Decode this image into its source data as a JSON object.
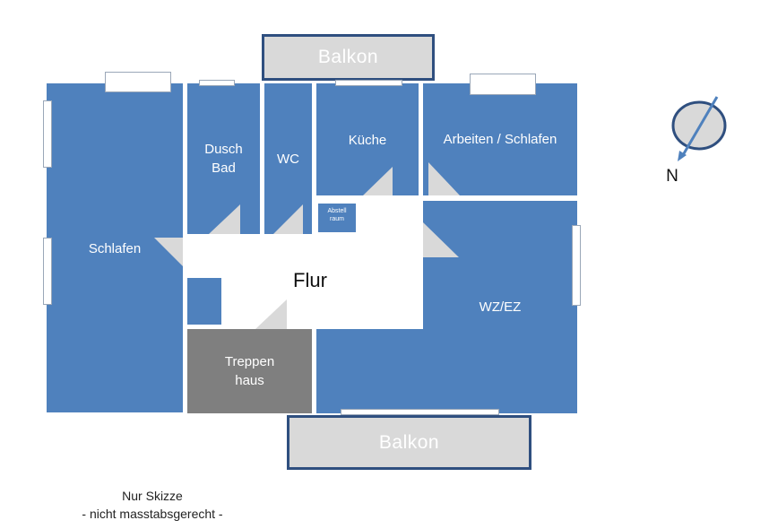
{
  "balconies": {
    "top": "Balkon",
    "bottom": "Balkon"
  },
  "rooms": {
    "schlafen": "Schlafen",
    "duschbad": "Dusch\nBad",
    "wc": "WC",
    "kueche": "Küche",
    "arbeiten": "Arbeiten / Schlafen",
    "abstellraum": "Abstell\nraum",
    "flur": "Flur",
    "wzez": "WZ/EZ",
    "treppenhaus": "Treppen\nhaus"
  },
  "compass": {
    "label": "N"
  },
  "note": {
    "line1": "Nur Skizze",
    "line2": "- nicht masstabsgerecht -"
  },
  "colors": {
    "room": "#4f81bd",
    "stairwell": "#7f7f7f",
    "balcony": "#d9d9d9",
    "balcony_border": "#2f4f7f"
  }
}
